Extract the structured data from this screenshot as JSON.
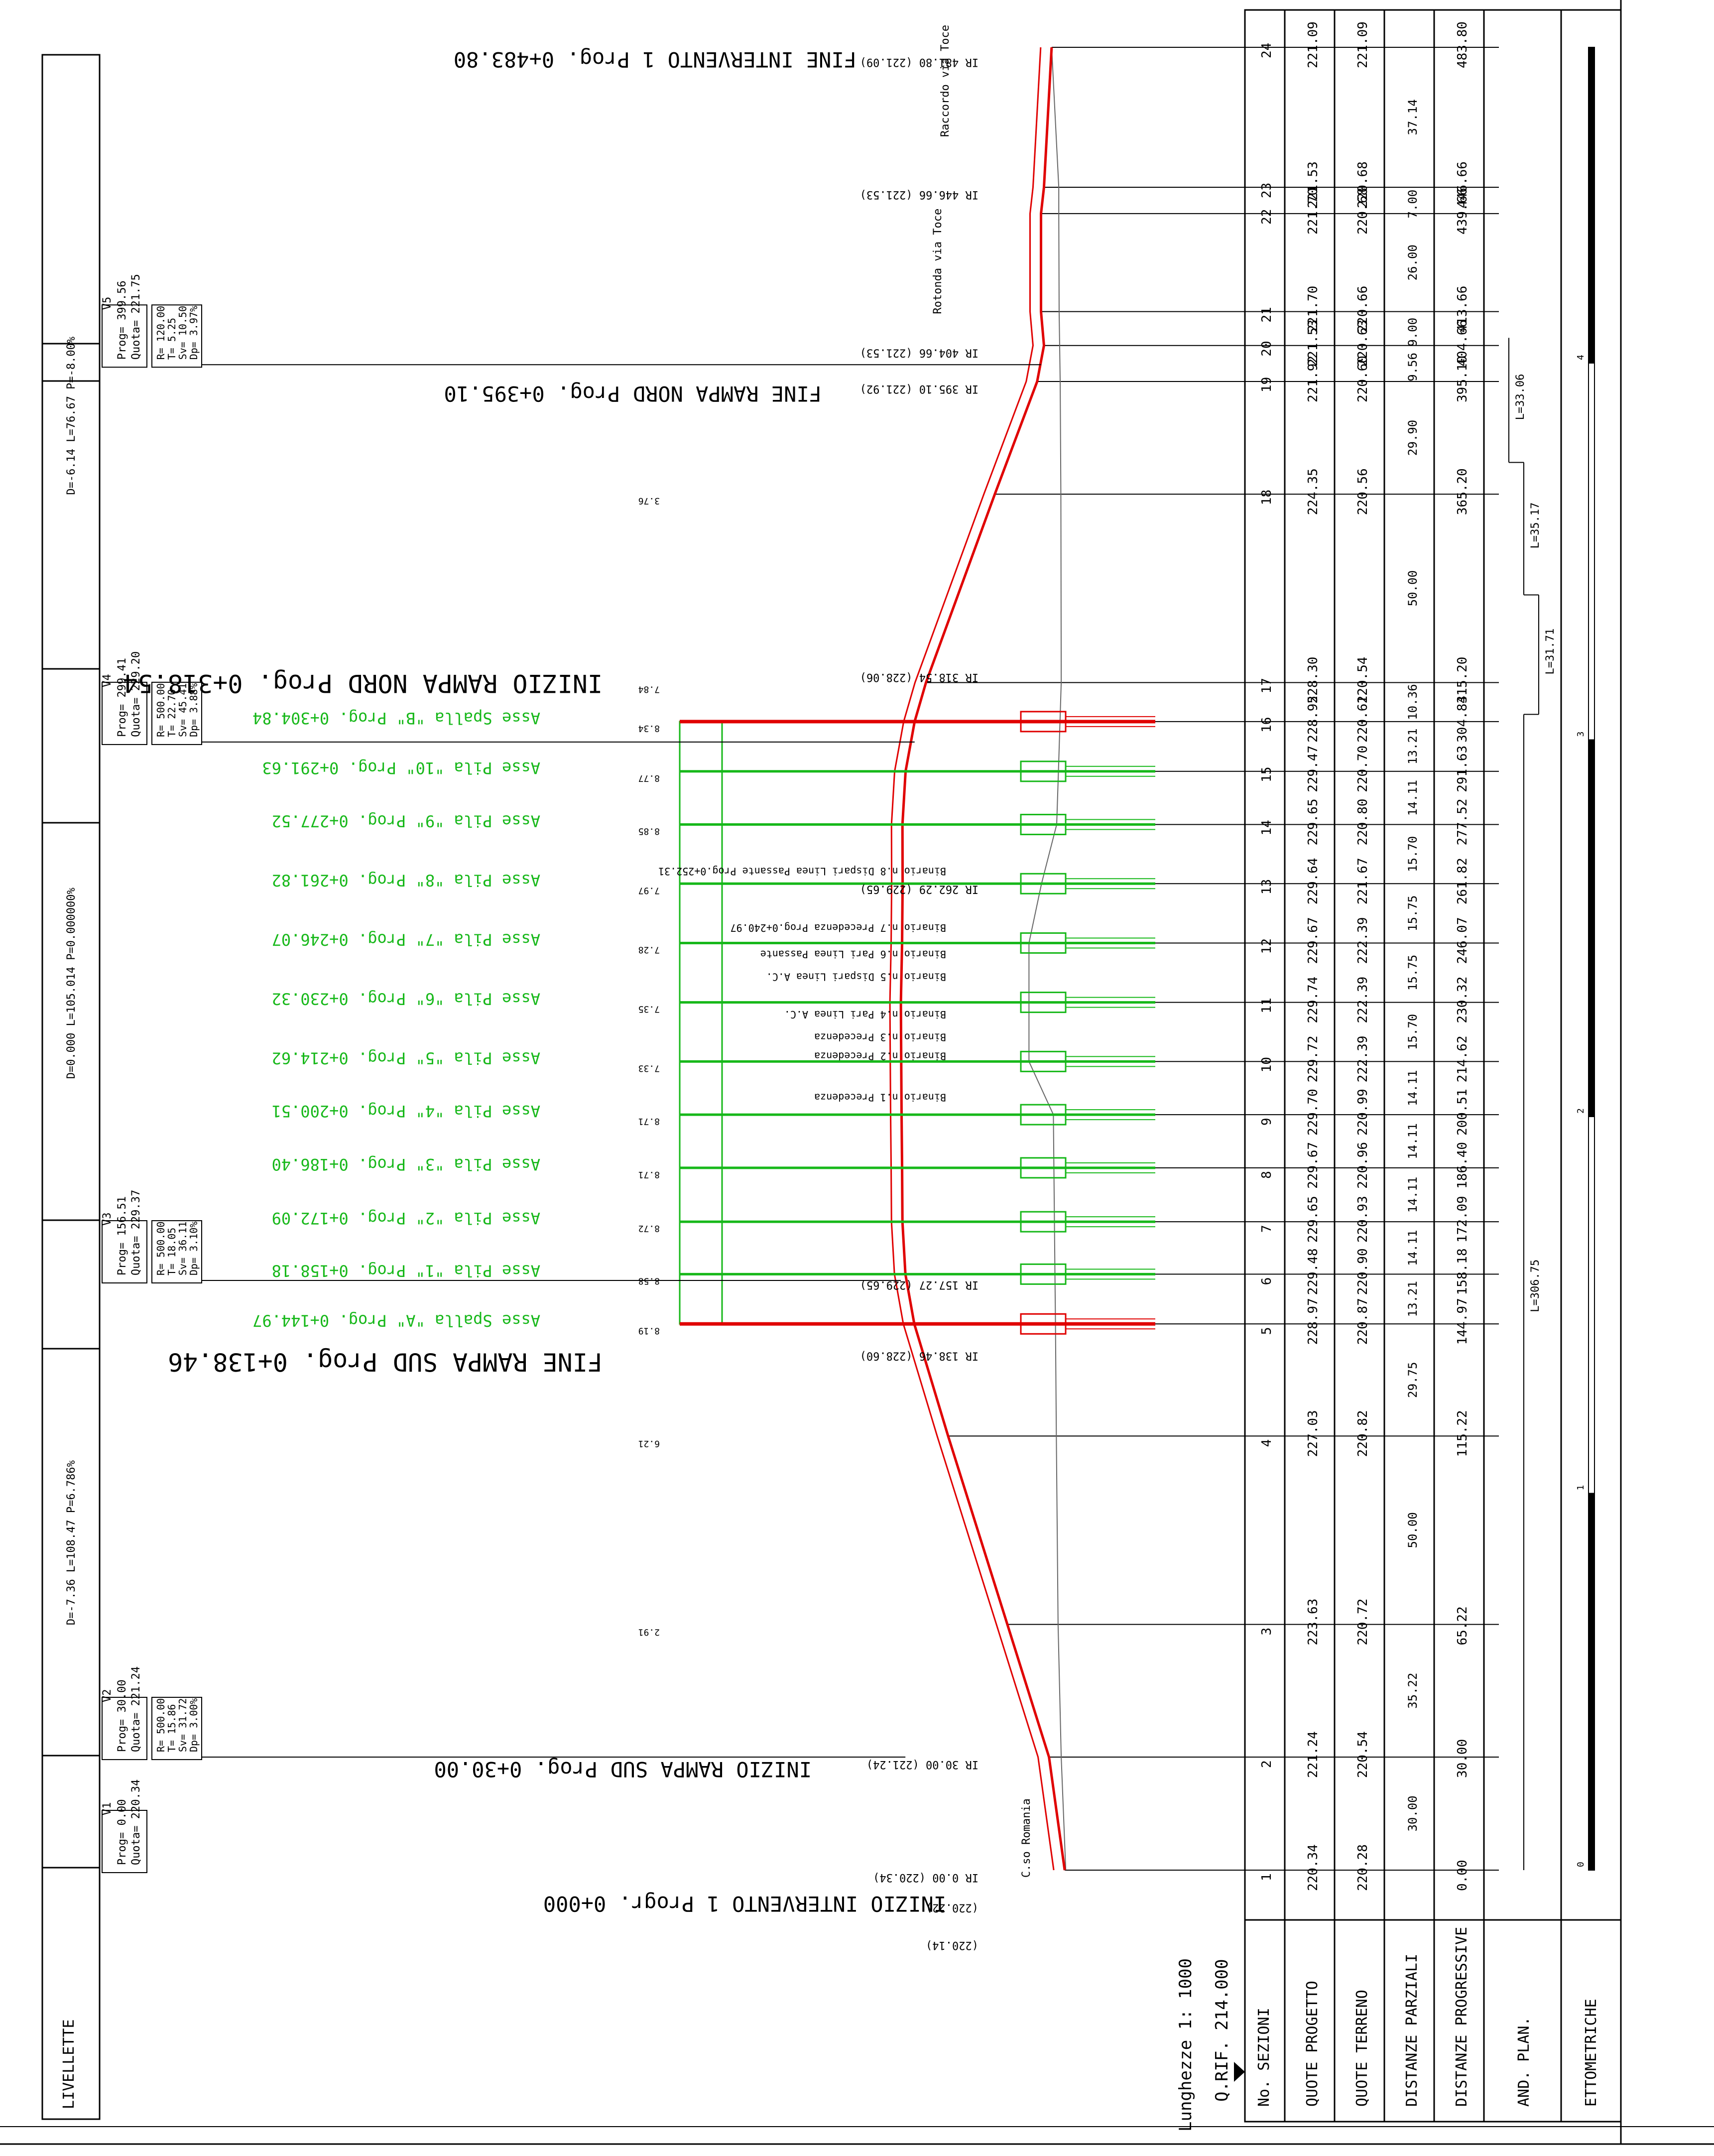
{
  "header": {
    "scale": "Lunghezze 1: 1000",
    "qrif": "Q.RIF. 214.000"
  },
  "rows": {
    "sezioni": "No. SEZIONI",
    "quote_progetto": "QUOTE PROGETTO",
    "quote_terreno": "QUOTE TERRENO",
    "distanze_parziali": "DISTANZE PARZIALI",
    "distanze_progressive": "DISTANZE PROGRESSIVE",
    "and_plan": "AND. PLAN.",
    "ettometriche": "ETTOMETRICHE"
  },
  "livellette_label": "LIVELLETTE",
  "sections": [
    {
      "n": "1",
      "qp": "220.34",
      "qt": "220.28",
      "prog": "0.00"
    },
    {
      "n": "2",
      "qp": "221.24",
      "qt": "220.54",
      "prog": "30.00"
    },
    {
      "n": "3",
      "qp": "223.63",
      "qt": "220.72",
      "prog": "65.22"
    },
    {
      "n": "4",
      "qp": "227.03",
      "qt": "220.82",
      "prog": "115.22"
    },
    {
      "n": "5",
      "qp": "228.97",
      "qt": "220.87",
      "prog": "144.97"
    },
    {
      "n": "6",
      "qp": "229.48",
      "qt": "220.90",
      "prog": "158.18"
    },
    {
      "n": "7",
      "qp": "229.65",
      "qt": "220.93",
      "prog": "172.09"
    },
    {
      "n": "8",
      "qp": "229.67",
      "qt": "220.96",
      "prog": "186.40"
    },
    {
      "n": "9",
      "qp": "229.70",
      "qt": "220.99",
      "prog": "200.51"
    },
    {
      "n": "10",
      "qp": "229.72",
      "qt": "222.39",
      "prog": "214.62"
    },
    {
      "n": "11",
      "qp": "229.74",
      "qt": "222.39",
      "prog": "230.32"
    },
    {
      "n": "12",
      "qp": "229.67",
      "qt": "222.39",
      "prog": "246.07"
    },
    {
      "n": "13",
      "qp": "229.64",
      "qt": "221.67",
      "prog": "261.82"
    },
    {
      "n": "14",
      "qp": "229.65",
      "qt": "220.80",
      "prog": "277.52"
    },
    {
      "n": "15",
      "qp": "229.47",
      "qt": "220.70",
      "prog": "291.63"
    },
    {
      "n": "16",
      "qp": "228.95",
      "qt": "220.61",
      "prog": "304.84"
    },
    {
      "n": "17",
      "qp": "228.30",
      "qt": "220.54",
      "prog": "315.20"
    },
    {
      "n": "18",
      "qp": "224.35",
      "qt": "220.56",
      "prog": "365.20"
    },
    {
      "n": "19",
      "qp": "221.92",
      "qt": "220.60",
      "prog": "395.10"
    },
    {
      "n": "20",
      "qp": "221.53",
      "qt": "220.63",
      "prog": "404.66"
    },
    {
      "n": "21",
      "qp": "221.70",
      "qt": "220.66",
      "prog": "413.66"
    },
    {
      "n": "22",
      "qp": "221.70",
      "qt": "220.68",
      "prog": "439.66"
    },
    {
      "n": "23",
      "qp": "221.53",
      "qt": "220.68",
      "prog": "446.66"
    },
    {
      "n": "24",
      "qp": "221.09",
      "qt": "221.09",
      "prog": "483.80"
    }
  ],
  "partials": [
    "30.00",
    "35.22",
    "50.00",
    "29.75",
    "13.21",
    "14.11",
    "14.11",
    "14.11",
    "14.11",
    "15.70",
    "15.75",
    "15.75",
    "15.70",
    "14.11",
    "13.21",
    "10.36",
    "50.00",
    "29.90",
    "9.56",
    "9.00",
    "26.00",
    "7.00",
    "37.14"
  ],
  "and_plan": [
    "L=306.75",
    "L=31.71",
    "L=35.17",
    "L=33.06"
  ],
  "ettometriche": [
    "0",
    "1",
    "2",
    "3",
    "4"
  ],
  "annotations": {
    "inizio_intervento": "INIZIO INTERVENTO 1 Progr. 0+000",
    "inizio_rampa_sud": "INIZIO RAMPA SUD Prog. 0+30.00",
    "fine_rampa_sud": "FINE RAMPA SUD Prog. 0+138.46",
    "inizio_rampa_nord": "INIZIO RAMPA NORD Prog. 0+318.54",
    "fine_rampa_nord": "FINE RAMPA NORD Prog. 0+395.10",
    "fine_intervento": "FINE INTERVENTO 1 Prog. 0+483.80",
    "cso_romania": "C.so Romania",
    "rotonda": "Rotonda via Toce",
    "raccordo": "Raccordo via Toce"
  },
  "vertex_labels": [
    "IR 0.00 (220.34)",
    "IR 30.00 (221.24)",
    "IR 138.46 (228.60)",
    "IR 157.27 (229.65)",
    "IR 262.29 (229.65)",
    "IR 318.54 (228.06)",
    "IR 395.10 (221.92)",
    "IR 404.66 (221.53)",
    "IR 446.66 (221.53)",
    "IR 481.80 (221.09)",
    "(220.22)",
    "(220.14)"
  ],
  "heights": [
    "2.91",
    "6.21",
    "8.19",
    "8.58",
    "8.72",
    "8.71",
    "8.71",
    "7.33",
    "7.35",
    "7.28",
    "7.97",
    "8.85",
    "8.77",
    "8.34",
    "7.84",
    "3.76"
  ],
  "pile_labels": [
    "Asse Spalla \"A\" Prog. 0+144.97",
    "Asse Pila \"1\" Prog. 0+158.18",
    "Asse Pila \"2\" Prog. 0+172.09",
    "Asse Pila \"3\" Prog. 0+186.40",
    "Asse Pila \"4\" Prog. 0+200.51",
    "Asse Pila \"5\" Prog. 0+214.62",
    "Asse Pila \"6\" Prog. 0+230.32",
    "Asse Pila \"7\" Prog. 0+246.07",
    "Asse Pila \"8\" Prog. 0+261.82",
    "Asse Pila \"9\" Prog. 0+277.52",
    "Asse Pila \"10\" Prog. 0+291.63",
    "Asse Spalla \"B\" Prog. 0+304.84"
  ],
  "binari": [
    "Binario n.1 Precedenza",
    "Binario n.2 Precedenza",
    "Binario n.3 Precedenza",
    "Binario n.4 Pari Linea A.C.",
    "Binario n.5 Dispari Linea A.C.",
    "Binario n.6 Pari Linea Passante",
    "Binario n.7 Precedenza Prog.0+240.97",
    "Binario n.8 Dispari Linea Passante Prog.0+252.31"
  ],
  "livellette": [
    "D=-7.36 L=108.47 P=6.786%",
    "D=0.000 L=105.014 P=0.000000%",
    "D=-6.14 L=76.67 P=-8.00%"
  ],
  "vertici": [
    {
      "name": "V1",
      "prog": "Prog= 0.00",
      "quota": "Quota= 220.34"
    },
    {
      "name": "V2",
      "prog": "Prog= 30.00",
      "quota": "Quota= 221.24",
      "r": "R= 500.00",
      "tt": "T= 15.86",
      "sv": "Sv= 31.72",
      "dp": "Dp= 3.00%"
    },
    {
      "name": "V3",
      "prog": "Prog= 156.51",
      "quota": "Quota= 229.37",
      "r": "R= 500.00",
      "tt": "T= 18.05",
      "sv": "Sv= 36.11",
      "dp": "Dp= 3.10%"
    },
    {
      "name": "V4",
      "prog": "Prog= 299.41",
      "quota": "Quota= 229.20",
      "r": "R= 500.00",
      "tt": "T= 22.70",
      "sv": "Sv= 45.41",
      "dp": "Dp= 3.88%"
    },
    {
      "name": "V5",
      "prog": "Prog= 399.56",
      "quota": "Quota= 221.75",
      "r": "R= 120.00",
      "tt": "T= 5.25",
      "sv": "Sv= 10.50",
      "dp": "Dp= 3.97%"
    }
  ]
}
